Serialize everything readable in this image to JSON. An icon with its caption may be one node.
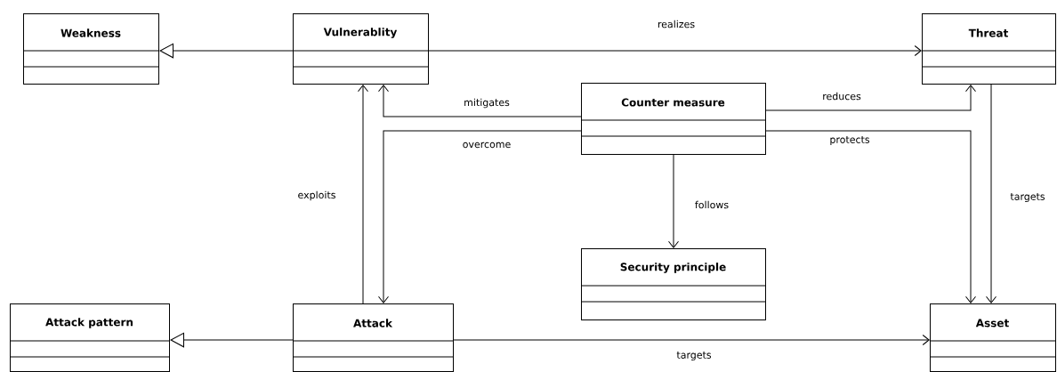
{
  "diagram": {
    "nodes": [
      {
        "text": [
          "Weakness"
        ]
      },
      {
        "text": [
          "Vulnerablity"
        ]
      },
      {
        "text": [
          "Threat"
        ]
      },
      {
        "text": [
          "Counter measure"
        ]
      },
      {
        "text": [
          "Security principle"
        ]
      },
      {
        "text": [
          "Attack pattern"
        ]
      },
      {
        "text": [
          "Attack"
        ]
      },
      {
        "text": [
          "Asset"
        ]
      }
    ],
    "edges": [
      {
        "from": 1,
        "to": 0,
        "arrow": "to"
      },
      {
        "from": 1,
        "to": 2,
        "arrow": "to",
        "label": "realizes"
      },
      {
        "from": 3,
        "to": 1,
        "arrow": "to",
        "label": "mitigates"
      },
      {
        "from": 3,
        "to": 6,
        "arrow": "to",
        "label": "overcome"
      },
      {
        "from": 6,
        "to": 1,
        "arrow": "to",
        "label": "exploits"
      },
      {
        "from": 3,
        "to": 2,
        "arrow": "to",
        "label": "reduces"
      },
      {
        "from": 3,
        "to": 7,
        "arrow": "to",
        "label": "protects"
      },
      {
        "from": 2,
        "to": 7,
        "arrow": "to",
        "label": "targets"
      },
      {
        "from": 3,
        "to": 4,
        "arrow": "to",
        "label": "follows"
      },
      {
        "from": 6,
        "to": 5,
        "arrow": "to"
      },
      {
        "from": 6,
        "to": 7,
        "arrow": "to",
        "label": "targets"
      }
    ]
  }
}
